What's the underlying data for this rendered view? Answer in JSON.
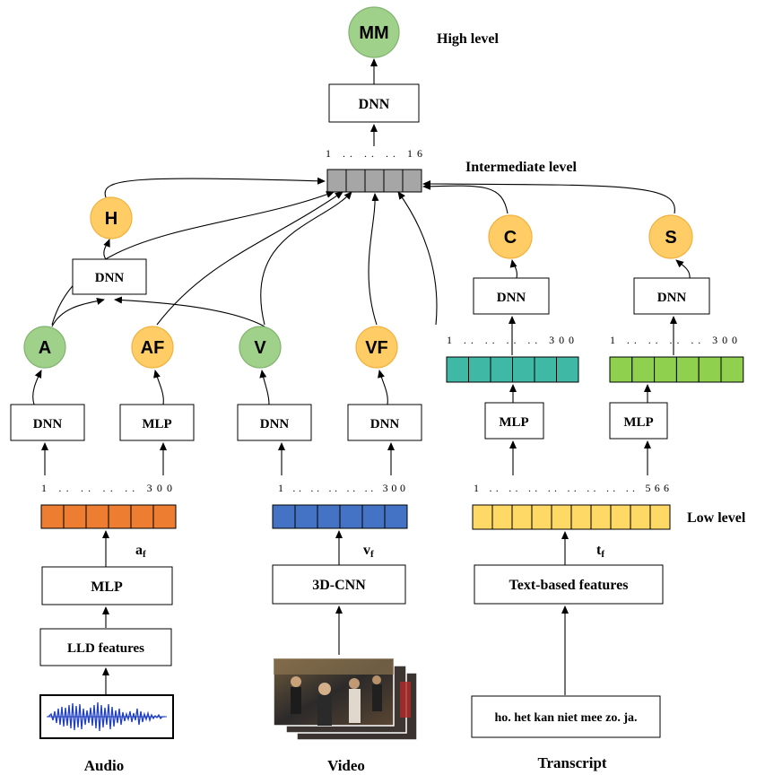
{
  "levels": {
    "high": "High level",
    "intermediate": "Intermediate level",
    "low": "Low level"
  },
  "nodes": {
    "mm": "MM",
    "h": "H",
    "a": "A",
    "af": "AF",
    "v": "V",
    "vf": "VF",
    "c": "C",
    "s": "S"
  },
  "boxes": {
    "top_dnn": "DNN",
    "h_dnn": "DNN",
    "a_dnn": "DNN",
    "af_mlp": "MLP",
    "v_dnn": "DNN",
    "vf_dnn": "DNN",
    "c_dnn": "DNN",
    "s_dnn": "DNN",
    "c_mlp": "MLP",
    "s_mlp": "MLP",
    "audio_mlp": "MLP",
    "lld": "LLD features",
    "cnn": "3D-CNN",
    "text_features": "Text-based features"
  },
  "vectors": {
    "intermediate_ticks": "1 .. .. .. 16",
    "c_ticks": "1 .. .. .. .. 300",
    "s_ticks": "1 .. .. .. .. 300",
    "audio_ticks": "1 .. .. .. .. 300",
    "video_ticks": "1 .. .. .. .. .. 300",
    "text_ticks": "1 .. .. .. .. .. .. .. .. 566"
  },
  "feature_labels": {
    "audio": "a",
    "audio_sub": "f",
    "video": "v",
    "video_sub": "f",
    "text": "t",
    "text_sub": "f"
  },
  "transcript_text": "ho. het kan niet mee zo. ja.",
  "modalities": {
    "audio": "Audio",
    "video": "Video",
    "transcript": "Transcript"
  },
  "colors": {
    "green_node": "#9fd18b",
    "orange_node": "#ffcc66",
    "intermediate_vector": "#a6a6a6",
    "c_vector": "#3fb8a5",
    "s_vector": "#8fd14f",
    "audio_vector": "#ed7d31",
    "video_vector": "#4472c4",
    "text_vector": "#ffd966"
  }
}
